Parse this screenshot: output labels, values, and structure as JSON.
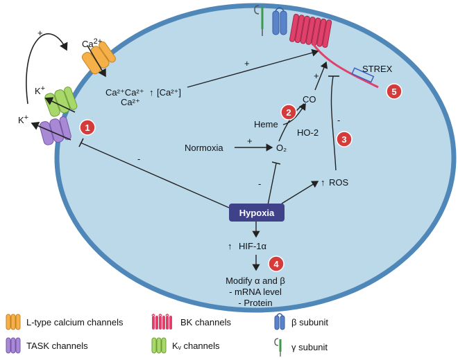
{
  "labels": {
    "ca2_top": "Ca",
    "ca2_sup": "2+",
    "k_plus_1": "K",
    "k_plus_2": "K",
    "k_sup": "+",
    "ca_cluster": "Ca²⁺Ca²⁺",
    "ca_cluster_2": "Ca²⁺",
    "ca_conc": "[Ca²⁺]",
    "plus_sign": "+",
    "minus_sign": "-",
    "co": "CO",
    "heme": "Heme",
    "ho2": "HO-2",
    "normoxia": "Normoxia",
    "o2": "O₂",
    "ros": "ROS",
    "hypoxia": "Hypoxia",
    "hif": "HIF-1α",
    "modify_1": "Modify α and β",
    "modify_2": "- mRNA level",
    "modify_3": "- Protein",
    "strex": "STREX",
    "up_arrow": "↑"
  },
  "badges": [
    "1",
    "2",
    "3",
    "4",
    "5"
  ],
  "legend": [
    {
      "label": "L-type calcium channels",
      "icon": "l-type-calcium-channel-icon"
    },
    {
      "label": "BK channels",
      "icon": "bk-channel-icon"
    },
    {
      "label": "β subunit",
      "icon": "beta-subunit-icon"
    },
    {
      "label": "TASK channels",
      "icon": "task-channel-icon"
    },
    {
      "label": "Kᵥ channels",
      "icon": "kv-channel-icon"
    },
    {
      "label": "γ subunit",
      "icon": "gamma-subunit-icon"
    }
  ],
  "colors": {
    "cell_fill": "#bcd9ea",
    "cell_stroke": "#4f88b8",
    "badge": "#d63b3b",
    "hypoxia_box": "#3f4189",
    "l_type": "#f5b04a",
    "task": "#a989d6",
    "kv": "#a8d86a",
    "bk": "#e0416a",
    "beta": "#5b83c9",
    "gamma": "#3a9a4a"
  }
}
